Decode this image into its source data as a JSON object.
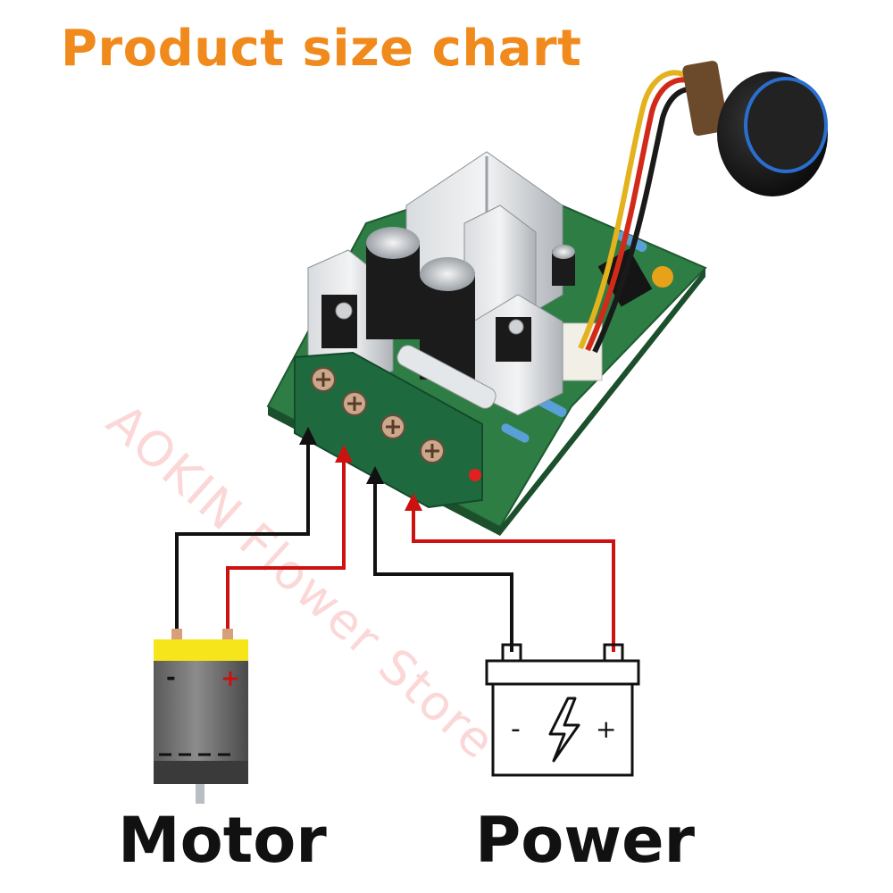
{
  "title": "Product size chart",
  "watermark": "AOKIN Flower Store",
  "motor": {
    "label": "Motor",
    "minus": "-",
    "plus": "+"
  },
  "power": {
    "label": "Power",
    "minus": "-",
    "plus": "+"
  },
  "colors": {
    "title": "#f08a1c",
    "wire_red": "#cc1111",
    "wire_black": "#111111",
    "pcb": "#2e7d44",
    "terminal": "#1e6a3e",
    "motor_cap": "#f5e51a"
  }
}
